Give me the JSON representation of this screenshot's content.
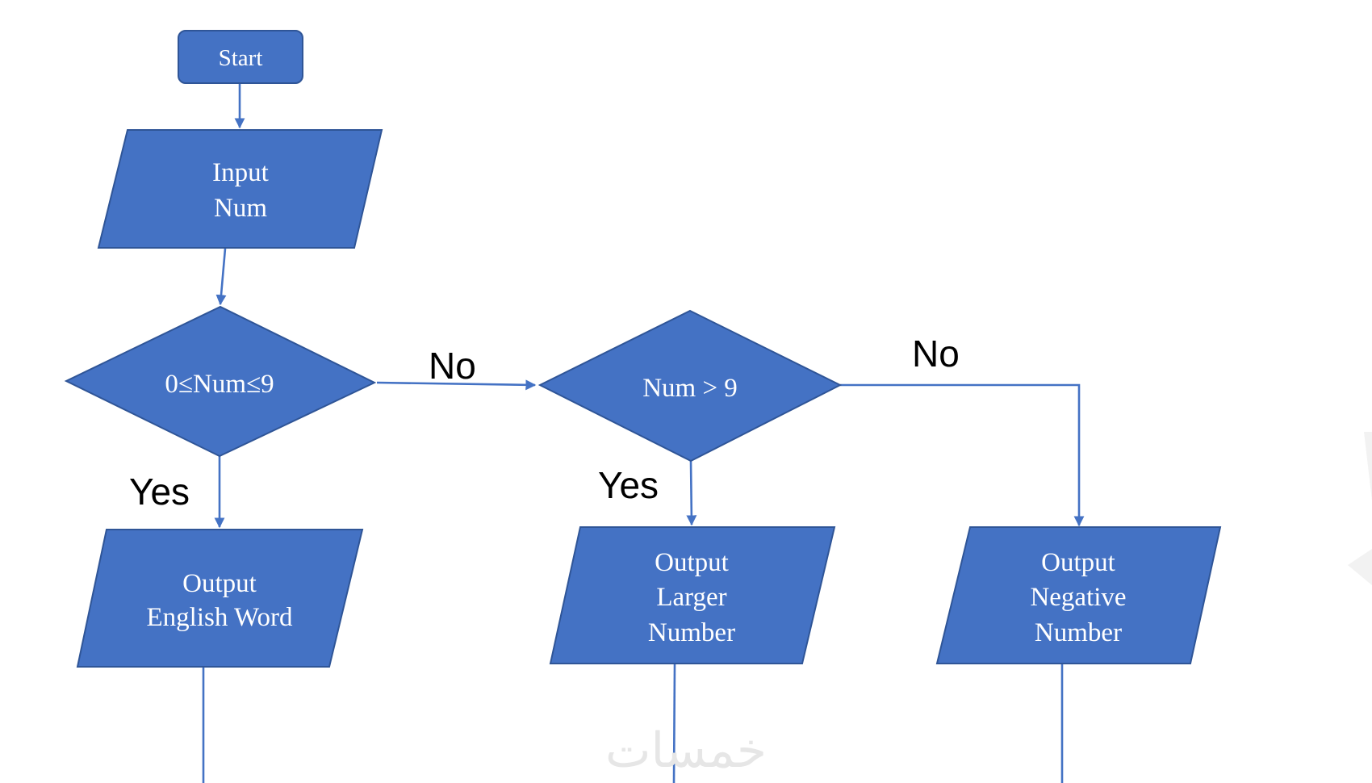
{
  "nodes": {
    "start": {
      "label": "Start"
    },
    "input": {
      "lines": [
        "Input",
        "Num"
      ]
    },
    "decision1": {
      "label": "0≤Num≤9"
    },
    "decision2": {
      "label": "Num > 9"
    },
    "output_english": {
      "lines": [
        "Output",
        "English Word"
      ]
    },
    "output_larger": {
      "lines": [
        "Output",
        "Larger",
        "Number"
      ]
    },
    "output_negative": {
      "lines": [
        "Output",
        "Negative",
        "Number"
      ]
    }
  },
  "edge_labels": {
    "d1_no": "No",
    "d1_yes": "Yes",
    "d2_no": "No",
    "d2_yes": "Yes"
  },
  "watermark": "خمسات",
  "colors": {
    "shape_fill": "#4472c4",
    "shape_stroke": "#2f5597",
    "connector": "#4472c4"
  }
}
